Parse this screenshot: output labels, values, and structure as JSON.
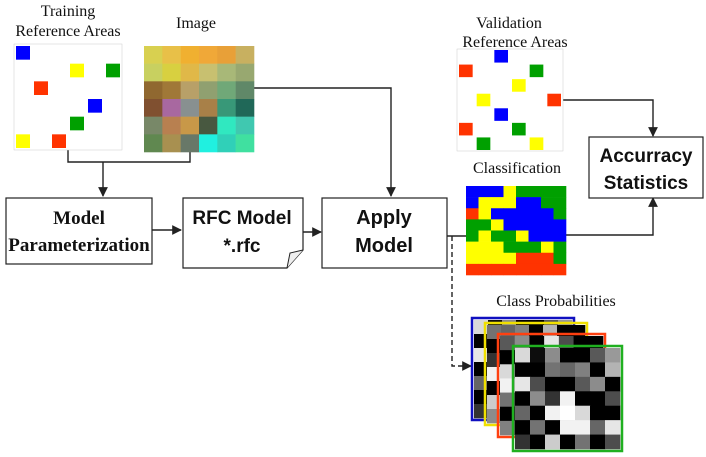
{
  "colors": {
    "blue": "#0000ff",
    "red": "#ff3300",
    "yellow": "#ffff00",
    "green": "#00a000",
    "line": "#222222",
    "frame_blue": "#1010c0",
    "frame_yellow": "#f0e000",
    "frame_red": "#ff4010",
    "frame_green": "#20b020"
  },
  "labels": {
    "training_line1": "Training",
    "training_line2": "Reference Areas",
    "image": "Image",
    "validation_line1": "Validation",
    "validation_line2": "Reference Areas",
    "classification": "Classification",
    "class_probabilities": "Class Probabilities"
  },
  "boxes": {
    "model_param_line1": "Model",
    "model_param_line2": "Parameterization",
    "rfc_line1": "RFC Model",
    "rfc_line2": "*.rfc",
    "apply_line1": "Apply",
    "apply_line2": "Model",
    "accuracy_line1": "Accurracy",
    "accuracy_line2": "Statistics"
  },
  "training_cells": [
    {
      "r": 0,
      "c": 0,
      "color": "blue"
    },
    {
      "r": 1,
      "c": 3,
      "color": "yellow"
    },
    {
      "r": 1,
      "c": 5,
      "color": "green"
    },
    {
      "r": 2,
      "c": 1,
      "color": "red"
    },
    {
      "r": 3,
      "c": 4,
      "color": "blue"
    },
    {
      "r": 4,
      "c": 3,
      "color": "green"
    },
    {
      "r": 5,
      "c": 0,
      "color": "yellow"
    },
    {
      "r": 5,
      "c": 2,
      "color": "red"
    }
  ],
  "validation_cells": [
    {
      "r": 0,
      "c": 2,
      "color": "blue"
    },
    {
      "r": 1,
      "c": 0,
      "color": "red"
    },
    {
      "r": 1,
      "c": 4,
      "color": "green"
    },
    {
      "r": 2,
      "c": 3,
      "color": "yellow"
    },
    {
      "r": 3,
      "c": 1,
      "color": "yellow"
    },
    {
      "r": 3,
      "c": 5,
      "color": "red"
    },
    {
      "r": 4,
      "c": 2,
      "color": "blue"
    },
    {
      "r": 5,
      "c": 0,
      "color": "red"
    },
    {
      "r": 5,
      "c": 3,
      "color": "green"
    },
    {
      "r": 6,
      "c": 1,
      "color": "green"
    },
    {
      "r": 6,
      "c": 4,
      "color": "yellow"
    }
  ],
  "image_pixels": [
    [
      "#d8d050",
      "#e8c048",
      "#f0b030",
      "#f0a838",
      "#e8a038",
      "#c8b060"
    ],
    [
      "#c8d060",
      "#d8d040",
      "#e0b848",
      "#c8c070",
      "#a8b878",
      "#98a870"
    ],
    [
      "#906830",
      "#a07838",
      "#b8a068",
      "#90a070",
      "#70a878",
      "#608868"
    ],
    [
      "#805030",
      "#a868a0",
      "#889090",
      "#a88048",
      "#389878",
      "#206858"
    ],
    [
      "#788868",
      "#b88050",
      "#c89848",
      "#485840",
      "#30e8c0",
      "#40c8b0"
    ],
    [
      "#608850",
      "#a89050",
      "#687868",
      "#20f0e0",
      "#30d0b8",
      "#40e0a0"
    ]
  ],
  "classification_grid": [
    [
      "blue",
      "blue",
      "blue",
      "yellow",
      "green",
      "green",
      "green",
      "green"
    ],
    [
      "blue",
      "yellow",
      "yellow",
      "yellow",
      "blue",
      "blue",
      "green",
      "green"
    ],
    [
      "red",
      "yellow",
      "blue",
      "blue",
      "blue",
      "blue",
      "blue",
      "green"
    ],
    [
      "green",
      "green",
      "yellow",
      "blue",
      "blue",
      "blue",
      "blue",
      "blue"
    ],
    [
      "green",
      "yellow",
      "green",
      "green",
      "yellow",
      "blue",
      "blue",
      "blue"
    ],
    [
      "yellow",
      "yellow",
      "yellow",
      "green",
      "green",
      "green",
      "yellow",
      "green"
    ],
    [
      "yellow",
      "yellow",
      "yellow",
      "yellow",
      "red",
      "red",
      "red",
      "green"
    ],
    [
      "red",
      "red",
      "red",
      "red",
      "red",
      "red",
      "red",
      "red"
    ]
  ],
  "probability_gray": [
    [
      0.85,
      0.05,
      0.55,
      0.0,
      0.0,
      0.35,
      0.6
    ],
    [
      0.0,
      0.0,
      0.45,
      0.4,
      0.5,
      0.0,
      0.7
    ],
    [
      0.9,
      0.3,
      0.0,
      0.0,
      0.35,
      0.55,
      0.0
    ],
    [
      0.0,
      0.55,
      0.2,
      0.95,
      0.0,
      0.0,
      0.3
    ],
    [
      0.4,
      0.0,
      0.95,
      1.0,
      0.85,
      0.0,
      0.0
    ],
    [
      0.0,
      0.45,
      0.0,
      0.95,
      0.95,
      0.4,
      0.9
    ],
    [
      0.2,
      0.0,
      0.8,
      0.0,
      0.45,
      0.0,
      0.3
    ]
  ]
}
